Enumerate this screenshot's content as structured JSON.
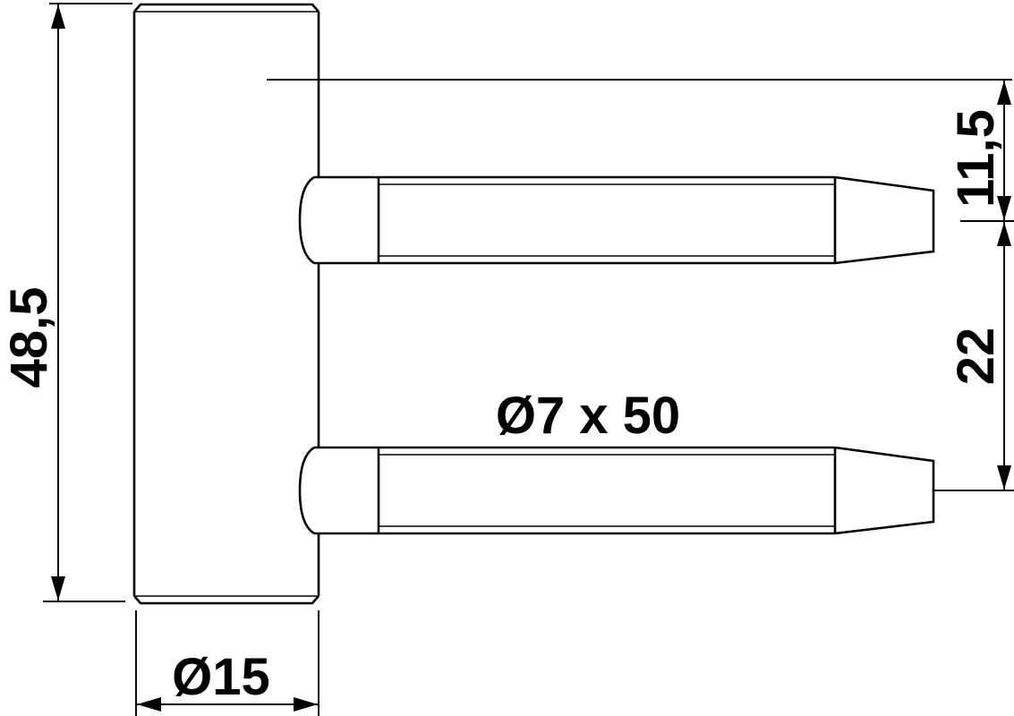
{
  "drawing": {
    "labels": {
      "overall_height": "48,5",
      "top_pin_offset": "11,5",
      "pin_spacing": "22",
      "pin_size": "Ø7 x 50",
      "barrel_diameter": "Ø15"
    },
    "colors": {
      "line": "#000000",
      "background": "#ffffff"
    }
  }
}
